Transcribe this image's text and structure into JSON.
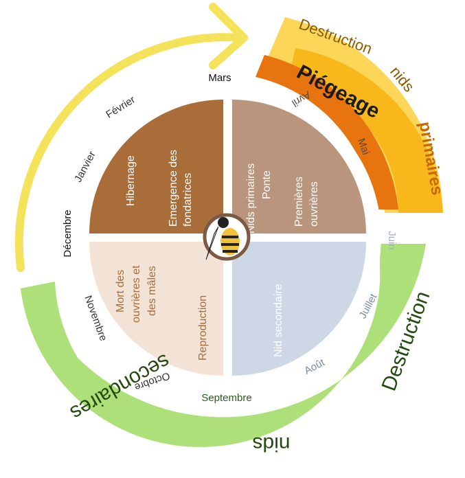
{
  "months": [
    "Janvier",
    "Février",
    "Mars",
    "Avril",
    "Mai",
    "Juin",
    "Juillet",
    "Août",
    "Septembre",
    "Octobre",
    "Novembre",
    "Décembre"
  ],
  "quadrants": {
    "hibernation": {
      "lines": [
        "Hibernage",
        "Emergence des",
        "fondatrices"
      ]
    },
    "primary_nest": {
      "lines": [
        "Nids primaires",
        "Ponte",
        "Premières",
        "ouvrières"
      ]
    },
    "secondary_nest": {
      "lines": [
        "Nid secondaire"
      ]
    },
    "reproduction": {
      "lines": [
        "Reproduction",
        "Mort des",
        "ouvrières et",
        "des mâles"
      ]
    }
  },
  "bands": {
    "trapping": "Piégeage",
    "primary_destruction": {
      "word1": "Destruction",
      "word2": "nids",
      "word3": "primaires"
    },
    "secondary_destruction": {
      "word1": "Destruction",
      "word2": "nids",
      "word3": "secondaires"
    }
  },
  "center_icon": "hornet-icon",
  "colors": {
    "hibernation": "#a86d38",
    "primary_nest": "#b8957c",
    "secondary_nest": "#cdd7e6",
    "reproduction": "#f2e3d6",
    "trapping": "#e8740f",
    "primary_destruction": "#f8b71b",
    "primary_destruction_light": "#fcd659",
    "secondary_destruction": "#aee07a",
    "arrow": "#f4e25a",
    "month_text": "#333333"
  }
}
